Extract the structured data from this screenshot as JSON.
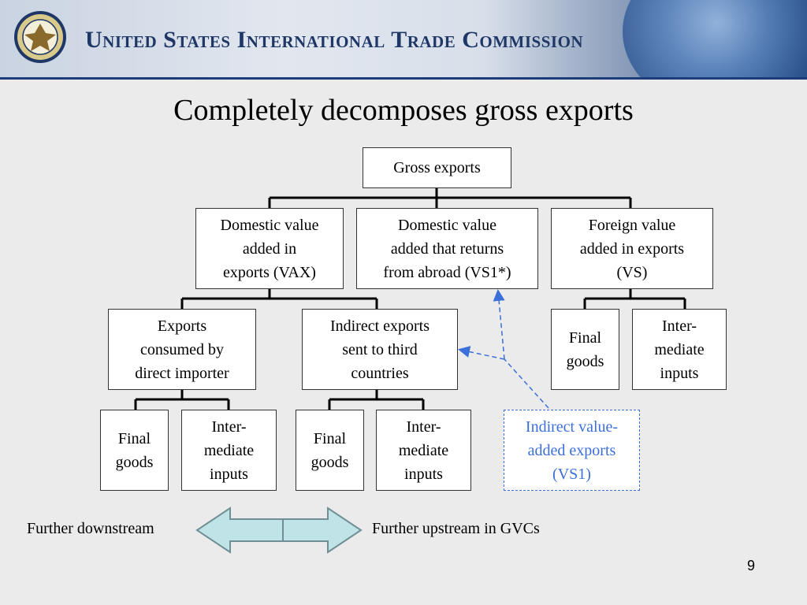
{
  "header": {
    "organization": "United States International Trade Commission"
  },
  "slide": {
    "title": "Completely decomposes gross exports",
    "page_number": "9"
  },
  "diagram": {
    "root": "Gross exports",
    "level1": {
      "vax": "Domestic value\nadded in\nexports (VAX)",
      "vs1star": "Domestic value\nadded that returns\nfrom abroad (VS1*)",
      "vs": "Foreign value\nadded in exports\n(VS)"
    },
    "level2": {
      "direct": "Exports\nconsumed by\ndirect importer",
      "indirect": "Indirect exports\nsent to third\ncountries",
      "vs_final": "Final\ngoods",
      "vs_intermediate": "Inter-\nmediate\ninputs"
    },
    "level3": {
      "direct_final": "Final\ngoods",
      "direct_intermediate": "Inter-\nmediate\ninputs",
      "indirect_final": "Final\ngoods",
      "indirect_intermediate": "Inter-\nmediate\ninputs"
    },
    "vs1_note": "Indirect value-\nadded exports\n(VS1)",
    "accent_color": "#3b6fd9"
  },
  "axis": {
    "left_label": "Further downstream",
    "right_label": "Further upstream in GVCs"
  }
}
